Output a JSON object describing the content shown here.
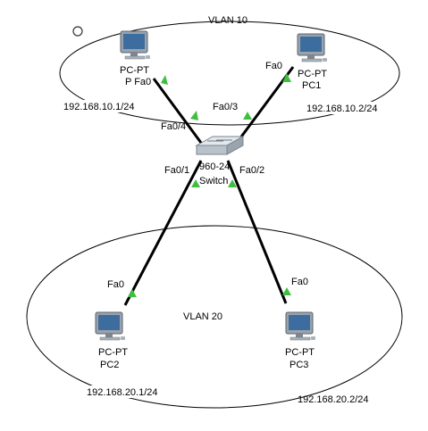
{
  "colors": {
    "link": "#000000",
    "port_up": "#3fbf3f",
    "outline": "#000000",
    "monitor": "#9aa3ad",
    "screen": "#3c6d9e",
    "switch_body": "#cfd6dd",
    "label_bg": "#ffffff"
  },
  "icons": {
    "pc": "pc-monitor-icon",
    "switch": "switch-icon",
    "link_status": "green-triangle-icon",
    "cursor": "circle-cursor-icon"
  },
  "vlans": {
    "vlan10": {
      "label": "VLAN 10"
    },
    "vlan20": {
      "label": "VLAN 20"
    }
  },
  "switch": {
    "model": "960-24",
    "name": "Switch"
  },
  "pcs": {
    "pc0": {
      "model": "PC-PT",
      "name": "P Fa0",
      "ip": "192.168.10.1/24"
    },
    "pc1": {
      "model": "PC-PT",
      "name": "PC1",
      "ip": "192.168.10.2/24"
    },
    "pc2": {
      "model": "PC-PT",
      "name": "PC2",
      "ip": "192.168.20.1/24"
    },
    "pc3": {
      "model": "PC-PT",
      "name": "PC3",
      "ip": "192.168.20.2/24"
    }
  },
  "ports": {
    "sw_fa04": "Fa0/4",
    "sw_fa03": "Fa0/3",
    "sw_fa01": "Fa0/1",
    "sw_fa02": "Fa0/2",
    "pc1_fa0": "Fa0",
    "pc2_fa0": "Fa0",
    "pc3_fa0": "Fa0"
  }
}
